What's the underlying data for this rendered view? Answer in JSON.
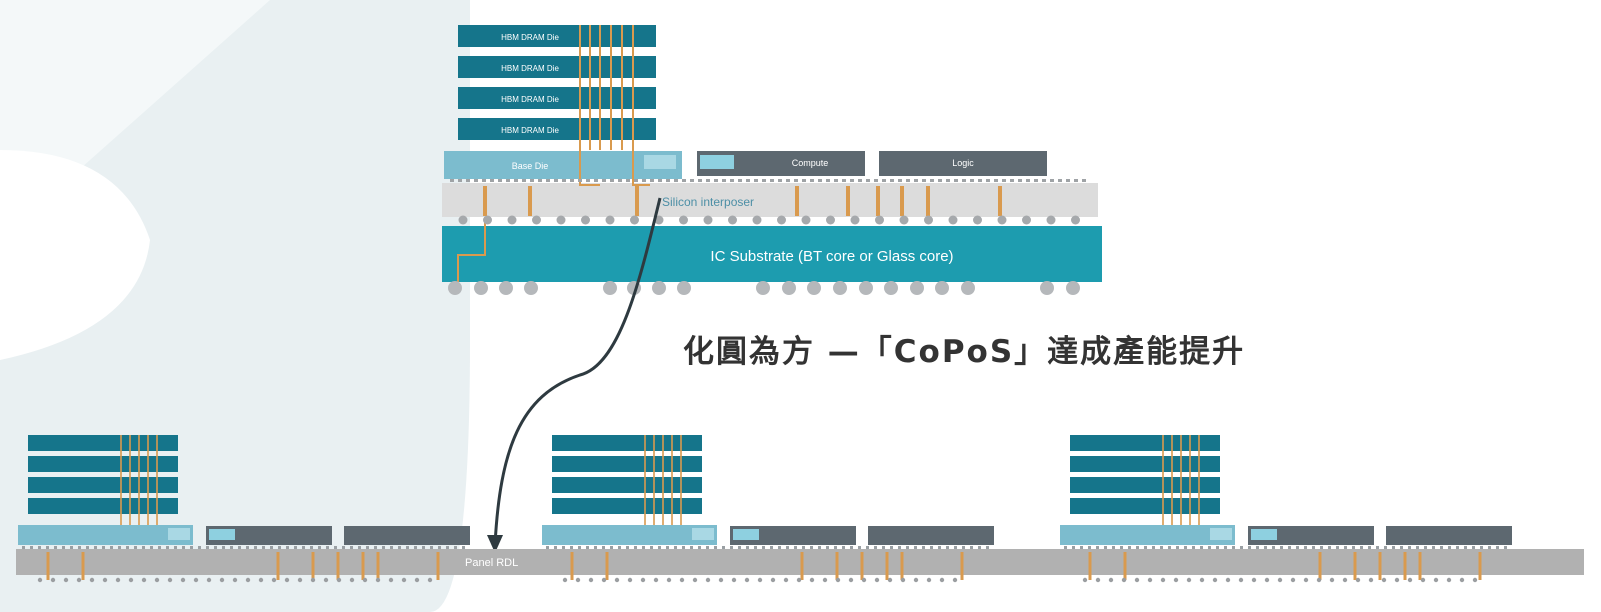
{
  "top_stack": {
    "hbm_label": "HBM DRAM Die",
    "base_die_label": "Base Die",
    "compute_label": "Compute",
    "logic_label": "Logic",
    "interposer_label": "Silicon interposer",
    "substrate_label": "IC Substrate (BT core or Glass core)"
  },
  "caption": "化圓為方 —「CoPoS」達成產能提升",
  "bottom": {
    "panel_label": "Panel RDL"
  },
  "colors": {
    "hbm": "#15758b",
    "base_die": "#7cbcce",
    "compute_logic": "#5d6870",
    "chip_accent": "#8ed0e0",
    "interposer": "#dcdcdc",
    "substrate": "#1d9caf",
    "tsv": "#d99a4e",
    "bump": "#b5b8bb",
    "panel": "#b1b1b1",
    "background_shape": "#e9f0f2",
    "arrow": "#2e3a40"
  }
}
